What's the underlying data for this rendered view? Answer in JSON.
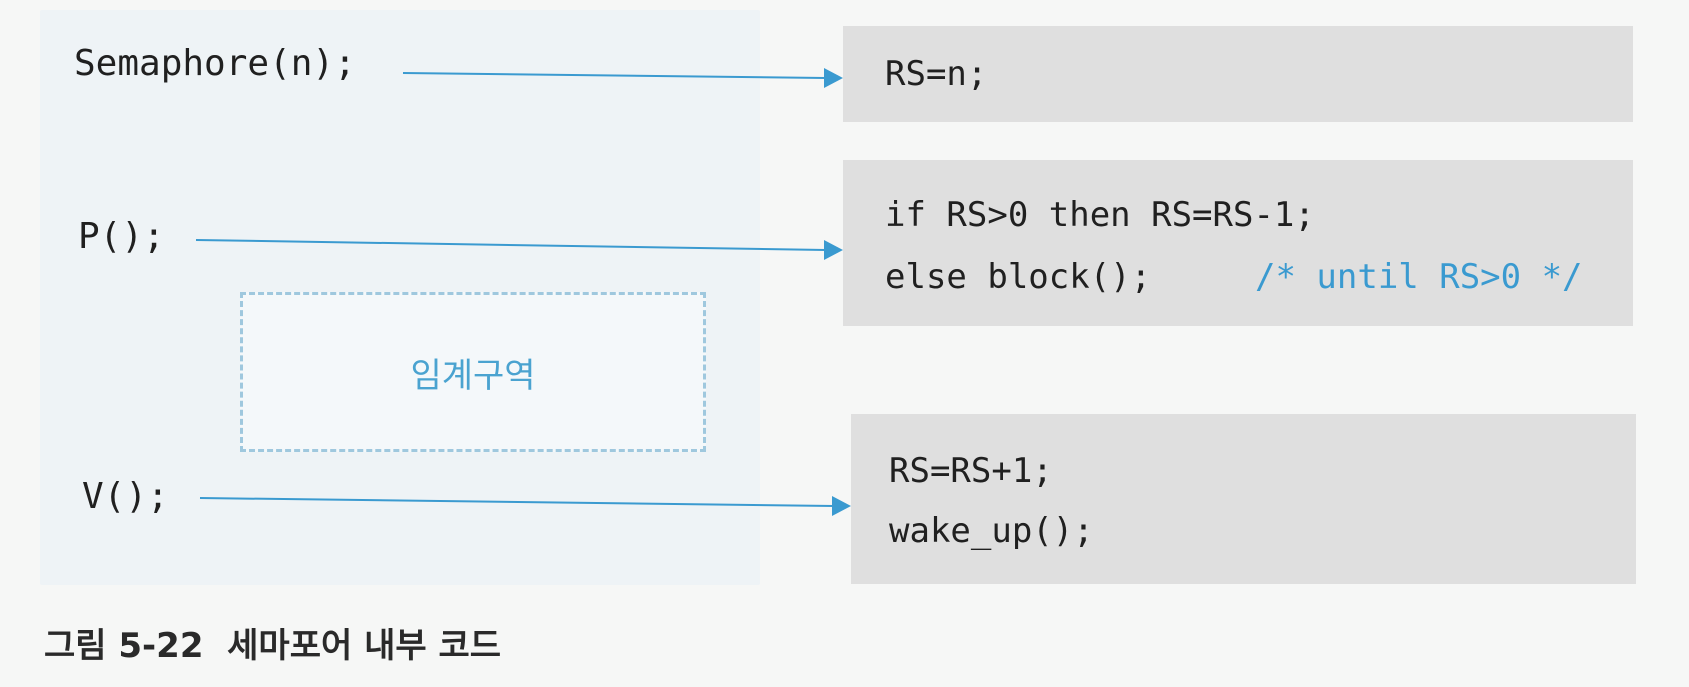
{
  "left": {
    "semaphore_call": "Semaphore(n);",
    "p_call": "P();",
    "v_call": "V();"
  },
  "critical_section": {
    "label": "임계구역"
  },
  "right": {
    "init_box": {
      "line1": "RS=n;"
    },
    "p_box": {
      "line1": "if RS>0 then RS=RS-1;",
      "line2_code": "else block();",
      "line2_comment": "/* until RS>0 */"
    },
    "v_box": {
      "line1": "RS=RS+1;",
      "line2": "wake_up();"
    }
  },
  "caption": "그림 5-22  세마포어 내부 코드",
  "colors": {
    "arrow": "#3a9ad0",
    "comment": "#3a9ad0",
    "code_box_bg": "#dfdfdf",
    "critical_border": "#9fc8de"
  }
}
